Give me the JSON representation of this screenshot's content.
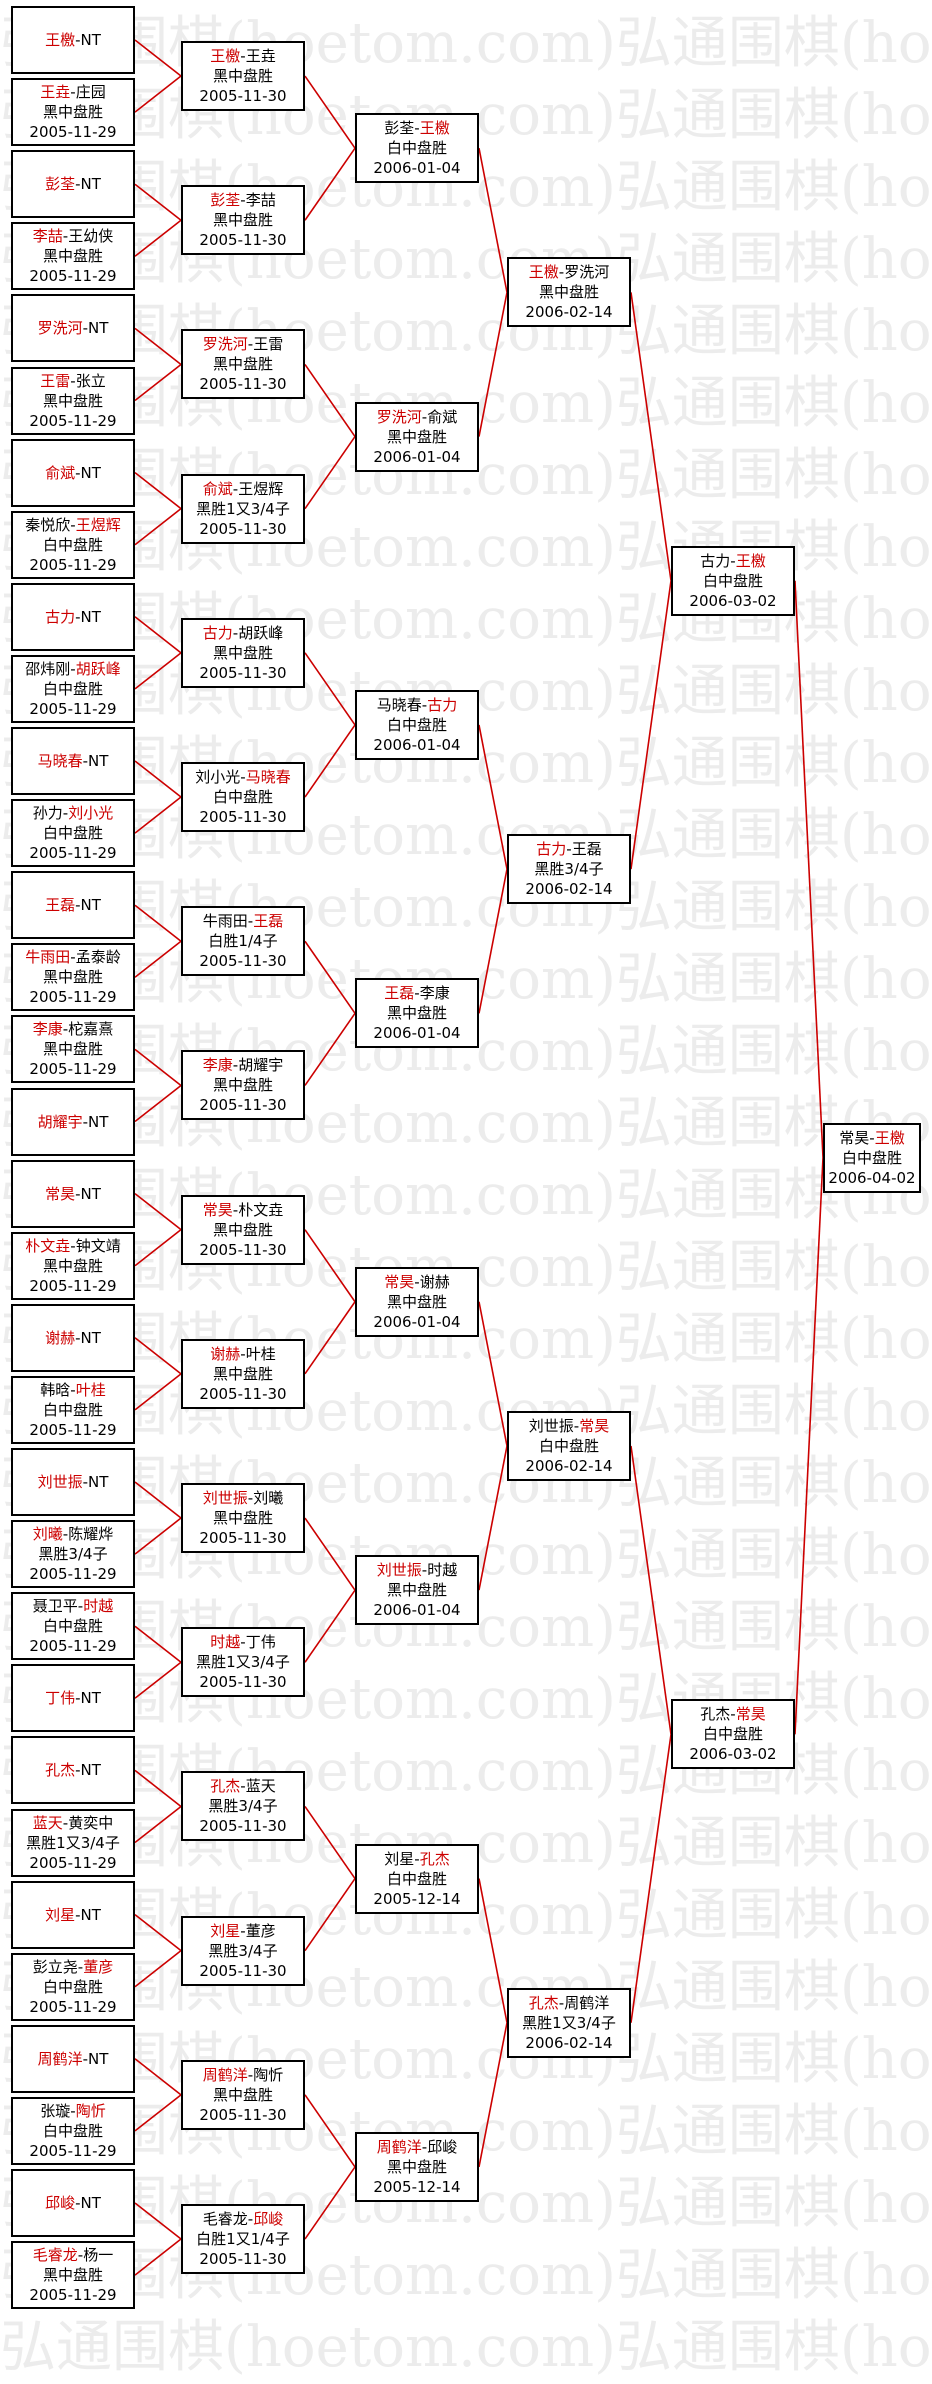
{
  "colors": {
    "winner": "#cc0000",
    "text": "#000000",
    "line": "#cc0000",
    "border": "#000000",
    "watermark": "#ececec"
  },
  "watermark_text": "弘通围棋(hoetom.com)弘通围棋(hoetom.com)",
  "round1": [
    {
      "a": "王檄",
      "sep": "-",
      "b": "NT",
      "w": "a",
      "r": "",
      "d": ""
    },
    {
      "a": "王垚",
      "sep": "-",
      "b": "庄园",
      "w": "a",
      "r": "黑中盘胜",
      "d": "2005-11-29"
    },
    {
      "a": "彭荃",
      "sep": "-",
      "b": "NT",
      "w": "a",
      "r": "",
      "d": ""
    },
    {
      "a": "李喆",
      "sep": "-",
      "b": "王幼侠",
      "w": "a",
      "r": "黑中盘胜",
      "d": "2005-11-29"
    },
    {
      "a": "罗洗河",
      "sep": "-",
      "b": "NT",
      "w": "a",
      "r": "",
      "d": ""
    },
    {
      "a": "王雷",
      "sep": "-",
      "b": "张立",
      "w": "a",
      "r": "黑中盘胜",
      "d": "2005-11-29"
    },
    {
      "a": "俞斌",
      "sep": "-",
      "b": "NT",
      "w": "a",
      "r": "",
      "d": ""
    },
    {
      "a": "秦悦欣",
      "sep": "-",
      "b": "王煜辉",
      "w": "b",
      "r": "白中盘胜",
      "d": "2005-11-29"
    },
    {
      "a": "古力",
      "sep": "-",
      "b": "NT",
      "w": "a",
      "r": "",
      "d": ""
    },
    {
      "a": "邵炜刚",
      "sep": "-",
      "b": "胡跃峰",
      "w": "b",
      "r": "白中盘胜",
      "d": "2005-11-29"
    },
    {
      "a": "马晓春",
      "sep": "-",
      "b": "NT",
      "w": "a",
      "r": "",
      "d": ""
    },
    {
      "a": "孙力",
      "sep": "-",
      "b": "刘小光",
      "w": "b",
      "r": "白中盘胜",
      "d": "2005-11-29"
    },
    {
      "a": "王磊",
      "sep": "-",
      "b": "NT",
      "w": "a",
      "r": "",
      "d": ""
    },
    {
      "a": "牛雨田",
      "sep": "-",
      "b": "孟泰龄",
      "w": "a",
      "r": "黑中盘胜",
      "d": "2005-11-29"
    },
    {
      "a": "李康",
      "sep": "-",
      "b": "柁嘉熹",
      "w": "a",
      "r": "黑中盘胜",
      "d": "2005-11-29"
    },
    {
      "a": "胡耀宇",
      "sep": "-",
      "b": "NT",
      "w": "a",
      "r": "",
      "d": ""
    },
    {
      "a": "常昊",
      "sep": "-",
      "b": "NT",
      "w": "a",
      "r": "",
      "d": ""
    },
    {
      "a": "朴文垚",
      "sep": "-",
      "b": "钟文靖",
      "w": "a",
      "r": "黑中盘胜",
      "d": "2005-11-29"
    },
    {
      "a": "谢赫",
      "sep": "-",
      "b": "NT",
      "w": "a",
      "r": "",
      "d": ""
    },
    {
      "a": "韩晗",
      "sep": "-",
      "b": "叶桂",
      "w": "b",
      "r": "白中盘胜",
      "d": "2005-11-29"
    },
    {
      "a": "刘世振",
      "sep": "-",
      "b": "NT",
      "w": "a",
      "r": "",
      "d": ""
    },
    {
      "a": "刘曦",
      "sep": "-",
      "b": "陈耀烨",
      "w": "a",
      "r": "黑胜3/4子",
      "d": "2005-11-29"
    },
    {
      "a": "聂卫平",
      "sep": "-",
      "b": "时越",
      "w": "b",
      "r": "白中盘胜",
      "d": "2005-11-29"
    },
    {
      "a": "丁伟",
      "sep": "-",
      "b": "NT",
      "w": "a",
      "r": "",
      "d": ""
    },
    {
      "a": "孔杰",
      "sep": "-",
      "b": "NT",
      "w": "a",
      "r": "",
      "d": ""
    },
    {
      "a": "蓝天",
      "sep": "-",
      "b": "黄奕中",
      "w": "a",
      "r": "黑胜1又3/4子",
      "d": "2005-11-29"
    },
    {
      "a": "刘星",
      "sep": "-",
      "b": "NT",
      "w": "a",
      "r": "",
      "d": ""
    },
    {
      "a": "彭立尧",
      "sep": "-",
      "b": "董彦",
      "w": "b",
      "r": "白中盘胜",
      "d": "2005-11-29"
    },
    {
      "a": "周鹤洋",
      "sep": "-",
      "b": "NT",
      "w": "a",
      "r": "",
      "d": ""
    },
    {
      "a": "张璇",
      "sep": "-",
      "b": "陶忻",
      "w": "b",
      "r": "白中盘胜",
      "d": "2005-11-29"
    },
    {
      "a": "邱峻",
      "sep": "-",
      "b": "NT",
      "w": "a",
      "r": "",
      "d": ""
    },
    {
      "a": "毛睿龙",
      "sep": "-",
      "b": "杨一",
      "w": "a",
      "r": "黑中盘胜",
      "d": "2005-11-29"
    }
  ],
  "round2": [
    {
      "a": "王檄",
      "sep": "-",
      "b": "王垚",
      "w": "a",
      "r": "黑中盘胜",
      "d": "2005-11-30"
    },
    {
      "a": "彭荃",
      "sep": "-",
      "b": "李喆",
      "w": "a",
      "r": "黑中盘胜",
      "d": "2005-11-30"
    },
    {
      "a": "罗洗河",
      "sep": "-",
      "b": "王雷",
      "w": "a",
      "r": "黑中盘胜",
      "d": "2005-11-30"
    },
    {
      "a": "俞斌",
      "sep": "-",
      "b": "王煜辉",
      "w": "a",
      "r": "黑胜1又3/4子",
      "d": "2005-11-30"
    },
    {
      "a": "古力",
      "sep": "-",
      "b": "胡跃峰",
      "w": "a",
      "r": "黑中盘胜",
      "d": "2005-11-30"
    },
    {
      "a": "刘小光",
      "sep": "-",
      "b": "马晓春",
      "w": "b",
      "r": "白中盘胜",
      "d": "2005-11-30"
    },
    {
      "a": "牛雨田",
      "sep": "-",
      "b": "王磊",
      "w": "b",
      "r": "白胜1/4子",
      "d": "2005-11-30"
    },
    {
      "a": "李康",
      "sep": "-",
      "b": "胡耀宇",
      "w": "a",
      "r": "黑中盘胜",
      "d": "2005-11-30"
    },
    {
      "a": "常昊",
      "sep": "-",
      "b": "朴文垚",
      "w": "a",
      "r": "黑中盘胜",
      "d": "2005-11-30"
    },
    {
      "a": "谢赫",
      "sep": "-",
      "b": "叶桂",
      "w": "a",
      "r": "黑中盘胜",
      "d": "2005-11-30"
    },
    {
      "a": "刘世振",
      "sep": "-",
      "b": "刘曦",
      "w": "a",
      "r": "黑中盘胜",
      "d": "2005-11-30"
    },
    {
      "a": "时越",
      "sep": "-",
      "b": "丁伟",
      "w": "a",
      "r": "黑胜1又3/4子",
      "d": "2005-11-30"
    },
    {
      "a": "孔杰",
      "sep": "-",
      "b": "蓝天",
      "w": "a",
      "r": "黑胜3/4子",
      "d": "2005-11-30"
    },
    {
      "a": "刘星",
      "sep": "-",
      "b": "董彦",
      "w": "a",
      "r": "黑胜3/4子",
      "d": "2005-11-30"
    },
    {
      "a": "周鹤洋",
      "sep": "-",
      "b": "陶忻",
      "w": "a",
      "r": "黑中盘胜",
      "d": "2005-11-30"
    },
    {
      "a": "毛睿龙",
      "sep": "-",
      "b": "邱峻",
      "w": "b",
      "r": "白胜1又1/4子",
      "d": "2005-11-30"
    }
  ],
  "round3": [
    {
      "a": "彭荃",
      "sep": "-",
      "b": "王檄",
      "w": "b",
      "r": "白中盘胜",
      "d": "2006-01-04"
    },
    {
      "a": "罗洗河",
      "sep": "-",
      "b": "俞斌",
      "w": "a",
      "r": "黑中盘胜",
      "d": "2006-01-04"
    },
    {
      "a": "马晓春",
      "sep": "-",
      "b": "古力",
      "w": "b",
      "r": "白中盘胜",
      "d": "2006-01-04"
    },
    {
      "a": "王磊",
      "sep": "-",
      "b": "李康",
      "w": "a",
      "r": "黑中盘胜",
      "d": "2006-01-04"
    },
    {
      "a": "常昊",
      "sep": "-",
      "b": "谢赫",
      "w": "a",
      "r": "黑中盘胜",
      "d": "2006-01-04"
    },
    {
      "a": "刘世振",
      "sep": "-",
      "b": "时越",
      "w": "a",
      "r": "黑中盘胜",
      "d": "2006-01-04"
    },
    {
      "a": "刘星",
      "sep": "-",
      "b": "孔杰",
      "w": "b",
      "r": "白中盘胜",
      "d": "2005-12-14"
    },
    {
      "a": "周鹤洋",
      "sep": "-",
      "b": "邱峻",
      "w": "a",
      "r": "黑中盘胜",
      "d": "2005-12-14"
    }
  ],
  "round4": [
    {
      "a": "王檄",
      "sep": "-",
      "b": "罗洗河",
      "w": "a",
      "r": "黑中盘胜",
      "d": "2006-02-14"
    },
    {
      "a": "古力",
      "sep": "-",
      "b": "王磊",
      "w": "a",
      "r": "黑胜3/4子",
      "d": "2006-02-14"
    },
    {
      "a": "刘世振",
      "sep": "-",
      "b": "常昊",
      "w": "b",
      "r": "白中盘胜",
      "d": "2006-02-14"
    },
    {
      "a": "孔杰",
      "sep": "-",
      "b": "周鹤洋",
      "w": "a",
      "r": "黑胜1又3/4子",
      "d": "2006-02-14"
    }
  ],
  "round5": [
    {
      "a": "古力",
      "sep": "-",
      "b": "王檄",
      "w": "b",
      "r": "白中盘胜",
      "d": "2006-03-02"
    },
    {
      "a": "孔杰",
      "sep": "-",
      "b": "常昊",
      "w": "b",
      "r": "白中盘胜",
      "d": "2006-03-02"
    }
  ],
  "final": [
    {
      "a": "常昊",
      "sep": "-",
      "b": "王檄",
      "w": "b",
      "r": "白中盘胜",
      "d": "2006-04-02"
    }
  ]
}
